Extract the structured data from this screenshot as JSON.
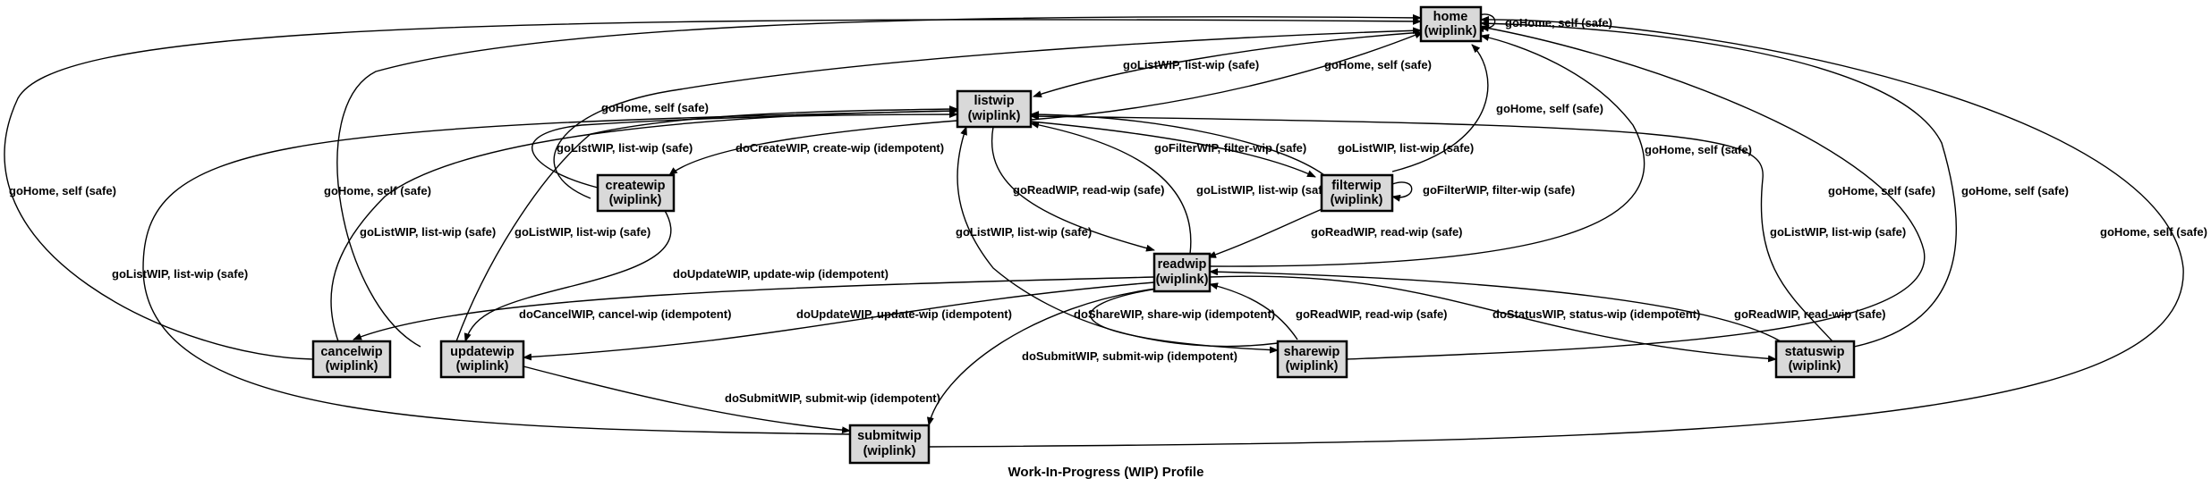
{
  "title": "Work-In-Progress (WIP) Profile",
  "nodes": [
    {
      "id": "home",
      "name": "home",
      "type": "(wiplink)"
    },
    {
      "id": "listwip",
      "name": "listwip",
      "type": "(wiplink)"
    },
    {
      "id": "createwip",
      "name": "createwip",
      "type": "(wiplink)"
    },
    {
      "id": "filterwip",
      "name": "filterwip",
      "type": "(wiplink)"
    },
    {
      "id": "readwip",
      "name": "readwip",
      "type": "(wiplink)"
    },
    {
      "id": "cancelwip",
      "name": "cancelwip",
      "type": "(wiplink)"
    },
    {
      "id": "updatewip",
      "name": "updatewip",
      "type": "(wiplink)"
    },
    {
      "id": "sharewip",
      "name": "sharewip",
      "type": "(wiplink)"
    },
    {
      "id": "statuswip",
      "name": "statuswip",
      "type": "(wiplink)"
    },
    {
      "id": "submitwip",
      "name": "submitwip",
      "type": "(wiplink)"
    }
  ],
  "edges": [
    {
      "id": "e1",
      "from": "home",
      "to": "home",
      "label": "goHome, self (safe)"
    },
    {
      "id": "e2",
      "from": "home",
      "to": "listwip",
      "label": "goListWIP, list-wip (safe)"
    },
    {
      "id": "e3",
      "from": "listwip",
      "to": "home",
      "label": "goHome, self (safe)"
    },
    {
      "id": "e4",
      "from": "filterwip",
      "to": "home",
      "label": "goHome, self (safe)"
    },
    {
      "id": "e5",
      "from": "readwip",
      "to": "home",
      "label": "goHome, self (safe)"
    },
    {
      "id": "e6",
      "from": "createwip",
      "to": "home",
      "label": "goHome, self (safe)"
    },
    {
      "id": "e7",
      "from": "cancelwip",
      "to": "home",
      "label": "goHome, self (safe)"
    },
    {
      "id": "e8",
      "from": "updatewip",
      "to": "home",
      "label": "goHome, self (safe)"
    },
    {
      "id": "e9",
      "from": "sharewip",
      "to": "home",
      "label": "goHome, self (safe)"
    },
    {
      "id": "e10",
      "from": "statuswip",
      "to": "home",
      "label": "goHome, self (safe)"
    },
    {
      "id": "e11",
      "from": "submitwip",
      "to": "home",
      "label": "goHome, self (safe)"
    },
    {
      "id": "e12",
      "from": "listwip",
      "to": "createwip",
      "label": "doCreateWIP, create-wip (idempotent)"
    },
    {
      "id": "e13",
      "from": "createwip",
      "to": "listwip",
      "label": "goListWIP, list-wip (safe)"
    },
    {
      "id": "e14",
      "from": "listwip",
      "to": "filterwip",
      "label": "goFilterWIP, filter-wip (safe)"
    },
    {
      "id": "e15",
      "from": "filterwip",
      "to": "listwip",
      "label": "goListWIP, list-wip (safe)"
    },
    {
      "id": "e16",
      "from": "filterwip",
      "to": "filterwip",
      "label": "goFilterWIP, filter-wip (safe)"
    },
    {
      "id": "e17",
      "from": "listwip",
      "to": "readwip",
      "label": "goReadWIP, read-wip (safe)"
    },
    {
      "id": "e18",
      "from": "readwip",
      "to": "listwip",
      "label": "goListWIP, list-wip (safe)"
    },
    {
      "id": "e19",
      "from": "filterwip",
      "to": "readwip",
      "label": "goReadWIP, read-wip (safe)"
    },
    {
      "id": "e20",
      "from": "createwip",
      "to": "updatewip",
      "label": "doUpdateWIP, update-wip (idempotent)"
    },
    {
      "id": "e21",
      "from": "cancelwip",
      "to": "listwip",
      "label": "goListWIP, list-wip (safe)"
    },
    {
      "id": "e22",
      "from": "updatewip",
      "to": "listwip",
      "label": "goListWIP, list-wip (safe)"
    },
    {
      "id": "e23",
      "from": "sharewip",
      "to": "listwip",
      "label": "goListWIP, list-wip (safe)"
    },
    {
      "id": "e24",
      "from": "statuswip",
      "to": "listwip",
      "label": "goListWIP, list-wip (safe)"
    },
    {
      "id": "e25",
      "from": "submitwip",
      "to": "listwip",
      "label": "goListWIP, list-wip (safe)"
    },
    {
      "id": "e26",
      "from": "readwip",
      "to": "cancelwip",
      "label": "doCancelWIP, cancel-wip (idempotent)"
    },
    {
      "id": "e27",
      "from": "readwip",
      "to": "updatewip",
      "label": "doUpdateWIP, update-wip (idempotent)"
    },
    {
      "id": "e28",
      "from": "readwip",
      "to": "sharewip",
      "label": "doShareWIP, share-wip (idempotent)"
    },
    {
      "id": "e29",
      "from": "sharewip",
      "to": "readwip",
      "label": "goReadWIP, read-wip (safe)"
    },
    {
      "id": "e30",
      "from": "readwip",
      "to": "statuswip",
      "label": "doStatusWIP, status-wip (idempotent)"
    },
    {
      "id": "e31",
      "from": "statuswip",
      "to": "readwip",
      "label": "goReadWIP, read-wip (safe)"
    },
    {
      "id": "e32",
      "from": "readwip",
      "to": "submitwip",
      "label": "doSubmitWIP, submit-wip (idempotent)"
    },
    {
      "id": "e33",
      "from": "updatewip",
      "to": "submitwip",
      "label": "doSubmitWIP, submit-wip (idempotent)"
    }
  ]
}
